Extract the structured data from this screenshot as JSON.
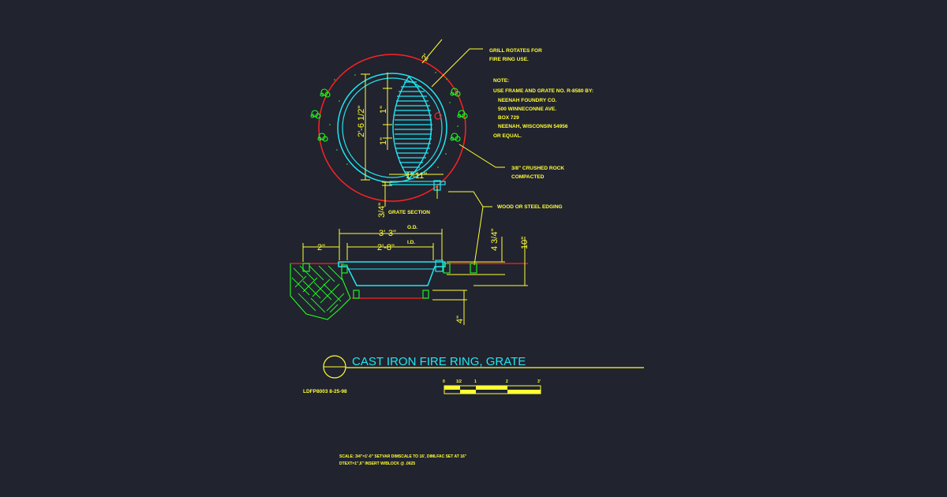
{
  "title": "CAST IRON FIRE RING, GRATE",
  "drawing_code": "LDFP8003   8-25-98",
  "callouts": {
    "grill_line1": "GRILL ROTATES FOR",
    "grill_line2": "FIRE RING USE.",
    "note_heading": "NOTE:",
    "note_lines": [
      "USE FRAME AND GRATE NO. R-8580 BY:",
      "NEENAH FOUNDRY CO.",
      "500 WINNECONNE AVE.",
      "BOX 729",
      "NEENAH, WISCONSIN 54956",
      "OR EQUAL."
    ],
    "rock_line1": "3/8\" CRUSHED ROCK",
    "rock_line2": "COMPACTED",
    "edging": "WOOD OR STEEL EDGING",
    "grate_section": "GRATE SECTION"
  },
  "dimensions": {
    "top_offset": "2'",
    "grate_diameter": "2'-6 1/2\"",
    "bar_1": "1\"",
    "bar_2": "1\"",
    "grate_length": "1'-11\"",
    "grate_thickness": "3/4\"",
    "od": "3'-3\"",
    "od_label": "O.D.",
    "id": "2'-8\"",
    "id_label": "I.D.",
    "edge_offset": "2\"",
    "rim_height": "4 3/4\"",
    "depth": "10\"",
    "base": "4\""
  },
  "scale_bar": {
    "labels": [
      "0",
      "1/2",
      "1",
      "2",
      "3'"
    ]
  },
  "footer": {
    "line1": "SCALE: 3/4\"=1'-0\"  SETVAR DIMSCALE TO 16', DIMLFAC SET AT 16\"",
    "line2": "DTEXT=1\",6\"  INSERT W/BLOCK @ .0625"
  },
  "colors": {
    "background": "#21232f",
    "outline": "#22e6f0",
    "dimension": "#ffff33",
    "boundary": "#ff2222",
    "plants": "#22ff22"
  }
}
